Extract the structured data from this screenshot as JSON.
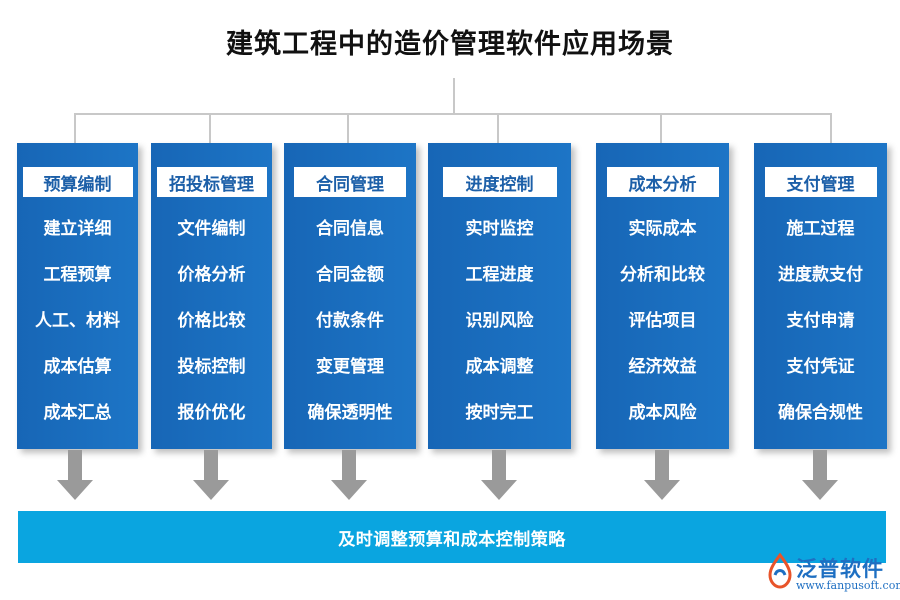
{
  "title": "建筑工程中的造价管理软件应用场景",
  "columns": [
    {
      "heading": "预算编制",
      "items": [
        "建立详细",
        "工程预算",
        "人工、材料",
        "成本估算",
        "成本汇总"
      ]
    },
    {
      "heading": "招投标管理",
      "items": [
        "文件编制",
        "价格分析",
        "价格比较",
        "投标控制",
        "报价优化"
      ]
    },
    {
      "heading": "合同管理",
      "items": [
        "合同信息",
        "合同金额",
        "付款条件",
        "变更管理",
        "确保透明性"
      ]
    },
    {
      "heading": "进度控制",
      "items": [
        "实时监控",
        "工程进度",
        "识别风险",
        "成本调整",
        "按时完工"
      ]
    },
    {
      "heading": "成本分析",
      "items": [
        "实际成本",
        "分析和比较",
        "评估项目",
        "经济效益",
        "成本风险"
      ]
    },
    {
      "heading": "支付管理",
      "items": [
        "施工过程",
        "进度款支付",
        "支付申请",
        "支付凭证",
        "确保合规性"
      ]
    }
  ],
  "summary": "及时调整预算和成本控制策略",
  "logo": {
    "name": "泛普软件",
    "url": "www.fanpusoft.com"
  },
  "colors": {
    "column_blue": "#1766b6",
    "header_text": "#1c5fa8",
    "bottom_bar": "#0aa5e0",
    "arrow_gray": "#9a9a9a",
    "connector_gray": "#c8c8c8"
  }
}
